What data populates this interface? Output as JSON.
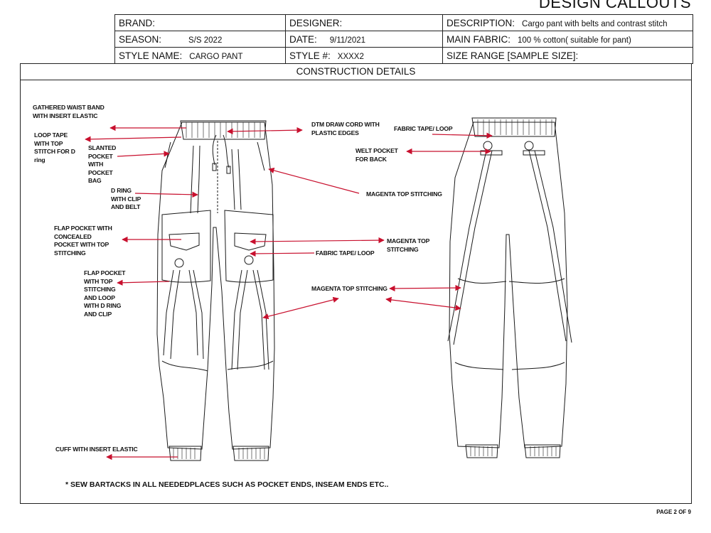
{
  "page_heading": "DESIGN CALLOUTS",
  "header": {
    "brand_label": "BRAND:",
    "brand_value": "",
    "designer_label": "DESIGNER:",
    "designer_value": "",
    "description_label": "DESCRIPTION:",
    "description_value": "Cargo pant with belts and contrast stitch",
    "season_label": "SEASON:",
    "season_value": "S/S 2022",
    "date_label": "DATE:",
    "date_value": "9/11/2021",
    "main_fabric_label": "MAIN FABRIC:",
    "main_fabric_value": "100 % cotton( suitable for pant)",
    "style_name_label": "STYLE NAME:",
    "style_name_value": "CARGO PANT",
    "style_no_label": "STYLE #:",
    "style_no_value": "XXXX2",
    "size_range_label": "SIZE RANGE [SAMPLE SIZE]:",
    "size_range_value": ""
  },
  "section_title": "CONSTRUCTION DETAILS",
  "callouts": {
    "waistband": "GATHERED WAIST BAND WITH INSERT ELASTIC",
    "loop_tape": "LOOP TAPE WITH TOP STITCH FOR D ring",
    "slanted_pocket": "SLANTED POCKET WITH POCKET BAG",
    "d_ring": "D RING WITH CLIP AND BELT",
    "flap_pocket_concealed": "FLAP POCKET WITH CONCEALED POCKET WITH TOP STITCHING",
    "flap_pocket_loop": "FLAP POCKET WITH TOP STITCHING AND LOOP WITH D RING AND CLIP",
    "cuff": "CUFF WITH INSERT ELASTIC",
    "draw_cord": "DTM DRAW CORD WITH PLASTIC EDGES",
    "magenta_front": "MAGENTA TOP STITCHING",
    "magenta_mid": "MAGENTA TOP STITCHING",
    "fabric_tape_front": "FABRIC TAPE/ LOOP",
    "fabric_tape_back": "FABRIC TAPE/ LOOP",
    "welt_pocket": "WELT POCKET FOR BACK",
    "magenta_back": "MAGENTA TOP STITCHING"
  },
  "note": "* SEW BARTACKS IN ALL NEEDEDPLACES SUCH AS POCKET ENDS, INSEAM ENDS ETC..",
  "page_number": "PAGE 2 OF 9",
  "colors": {
    "arrow": "#c8102e",
    "line": "#1a1a1a"
  }
}
